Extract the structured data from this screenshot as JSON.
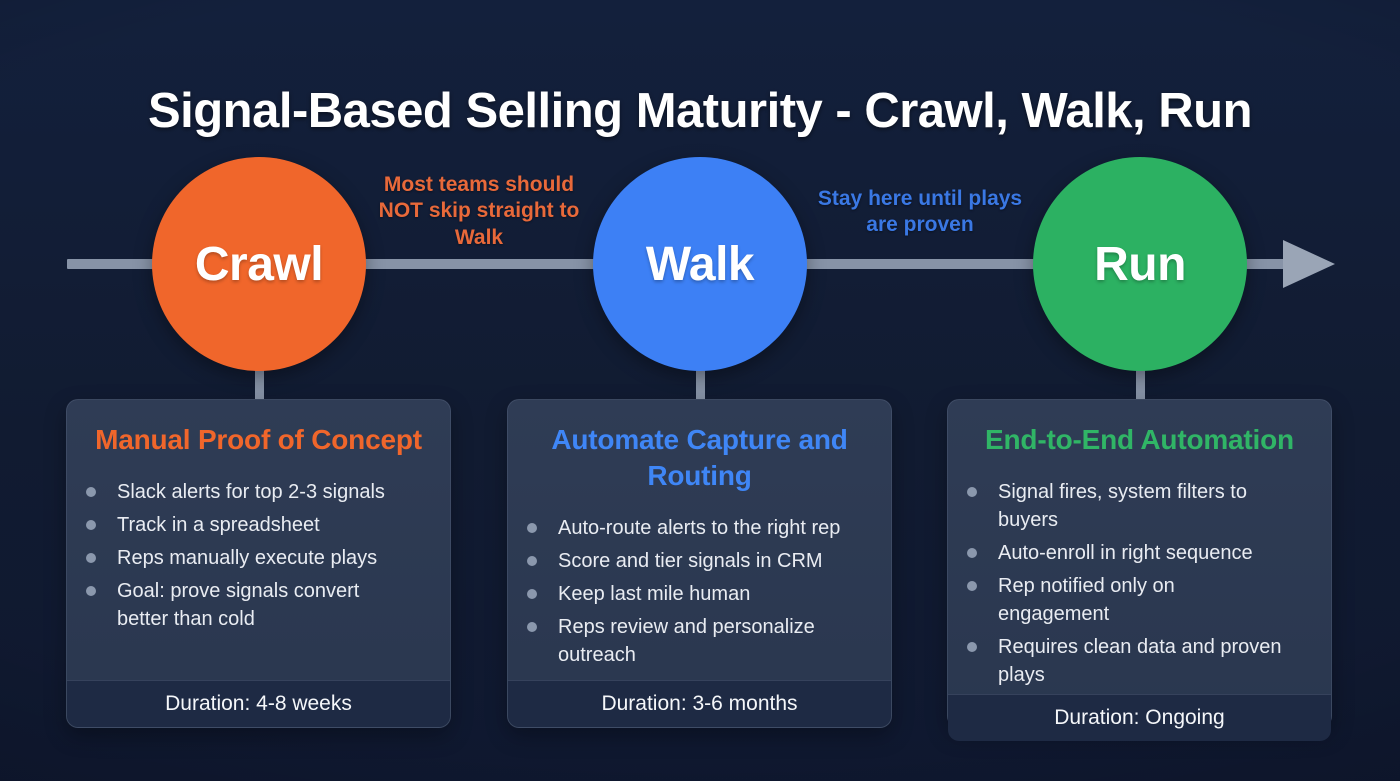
{
  "title": "Signal-Based Selling Maturity - Crawl, Walk, Run",
  "colors": {
    "background": "#111B31",
    "crawl_orange": "#F0662B",
    "walk_blue": "#3D80F5",
    "run_green": "#2CB162",
    "timeline_gray": "#8793A7",
    "card_background": "#2C3850",
    "card_footer_background": "#1E2A44",
    "bullet_dot": "#8B98AD",
    "body_text": "#E9ECF2"
  },
  "timeline": {
    "stages": [
      {
        "label": "Crawl",
        "color": "#F0662B"
      },
      {
        "label": "Walk",
        "color": "#3D80F5"
      },
      {
        "label": "Run",
        "color": "#2CB162"
      }
    ],
    "annotations": [
      {
        "text": "Most teams should NOT skip straight to Walk",
        "color": "#E8693A"
      },
      {
        "text": "Stay here until plays are proven",
        "color": "#3A78E4"
      }
    ]
  },
  "cards": [
    {
      "title": "Manual Proof of Concept",
      "bullets": [
        "Slack alerts for top 2-3 signals",
        "Track in a spreadsheet",
        "Reps manually execute plays",
        "Goal: prove signals convert better than cold"
      ],
      "duration": "Duration: 4-8 weeks"
    },
    {
      "title": "Automate Capture and Routing",
      "bullets": [
        "Auto-route alerts to the right rep",
        "Score and tier signals in CRM",
        "Keep last mile human",
        "Reps review and personalize outreach"
      ],
      "duration": "Duration: 3-6 months"
    },
    {
      "title": "End-to-End Automation",
      "bullets": [
        "Signal fires, system filters to buyers",
        "Auto-enroll in right sequence",
        "Rep notified only on engagement",
        "Requires clean data and proven plays"
      ],
      "duration": "Duration: Ongoing"
    }
  ]
}
